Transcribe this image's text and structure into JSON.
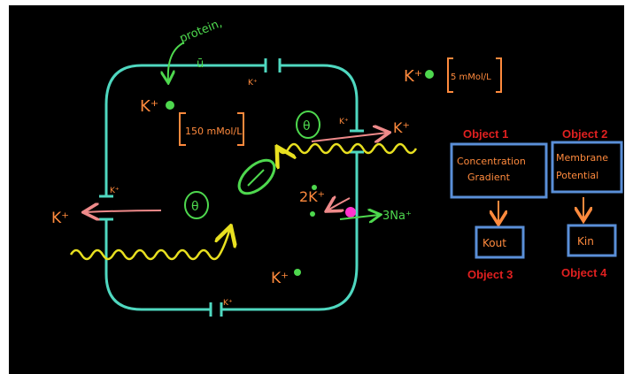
{
  "colors": {
    "background": "#000000",
    "cell": "#4fd8c0",
    "ion_k": "#ff8a3d",
    "anion": "#4ed84e",
    "wave": "#e8e020",
    "efflux_arrow": "#ef8a8a",
    "pump": "#ff33cc",
    "object_label": "#e02020",
    "object_box": "#5a8fd8",
    "object_text": "#ff8a3d",
    "object_arrow": "#ff8a3d"
  },
  "diagram": {
    "protein_label": "protein,",
    "protein_charge": "ū",
    "inside_ion": "K⁺",
    "inside_conc": "150 mMol/L",
    "outside_ion": "K⁺",
    "outside_conc": "5 mMol/L",
    "left_efflux_ion": "K⁺",
    "right_efflux_ion": "K⁺",
    "pump_k": "2K⁺",
    "pump_na": "3Na⁺",
    "bottom_ion": "K⁺",
    "channel_tag": "K⁺",
    "anion_symbol": "θ"
  },
  "objects": [
    {
      "title": "Object 1",
      "text_line1": "Concentration",
      "text_line2": "Gradient"
    },
    {
      "title": "Object 2",
      "text_line1": "Membrane",
      "text_line2": "Potential"
    },
    {
      "title": "Object 3",
      "text_line1": "Kout"
    },
    {
      "title": "Object 4",
      "text_line1": "Kin"
    }
  ]
}
